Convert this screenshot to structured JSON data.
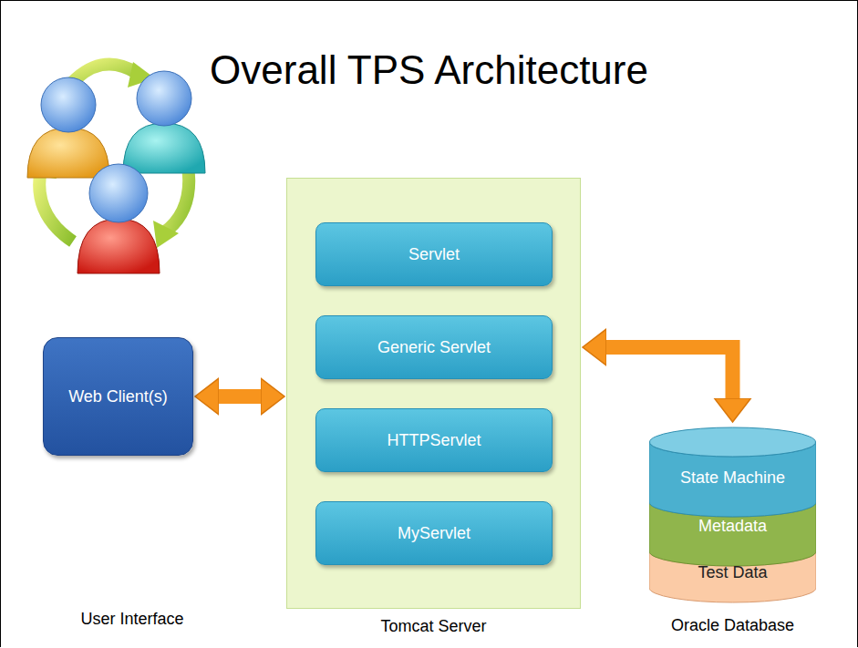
{
  "diagram": {
    "title": "Overall TPS Architecture",
    "nodes": [
      {
        "text": [
          "Web Client(s)"
        ]
      },
      {
        "text": [
          "Tomcat Server"
        ]
      },
      {
        "text": [
          "Servlet"
        ],
        "in": 1
      },
      {
        "text": [
          "Generic Servlet"
        ],
        "in": 1
      },
      {
        "text": [
          "HTTPServlet"
        ],
        "in": 1
      },
      {
        "text": [
          "MyServlet"
        ],
        "in": 1
      },
      {
        "text": [
          "Oracle Database"
        ]
      },
      {
        "text": [
          "State Machine"
        ],
        "in": 6
      },
      {
        "text": [
          "Metadata"
        ],
        "in": 6
      },
      {
        "text": [
          "Test Data"
        ],
        "in": 6
      }
    ],
    "edges": [
      {
        "from": 0,
        "to": 1,
        "arrow": "both"
      },
      {
        "from": 1,
        "to": 6,
        "arrow": "both"
      }
    ],
    "labels": [
      "User Interface"
    ]
  }
}
